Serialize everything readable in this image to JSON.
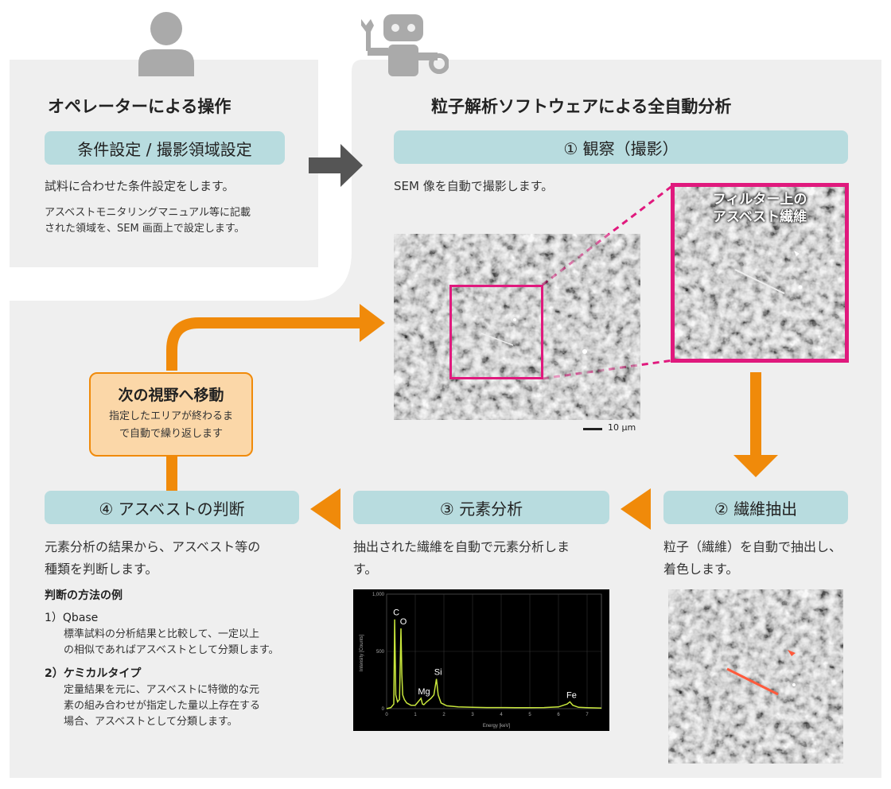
{
  "operator": {
    "title": "オペレーターによる操作",
    "pill": "条件設定 / 撮影領域設定",
    "text1": "試料に合わせた条件設定をします。",
    "text2_line1": "アスベストモニタリングマニュアル等に記載",
    "text2_line2": "された領域を、SEM 画面上で設定します。"
  },
  "auto": {
    "title": "粒子解析ソフトウェアによる全自動分析"
  },
  "step1": {
    "pill": "① 観察（撮影）",
    "text": "SEM 像を自動で撮影します。",
    "zoom_label_line1": "フィルター上の",
    "zoom_label_line2": "アスベスト繊維",
    "scale": "10 µm"
  },
  "step2": {
    "pill": "② 繊維抽出",
    "text_line1": "粒子（繊維）を自動で抽出し、",
    "text_line2": "着色します。"
  },
  "step3": {
    "pill": "③ 元素分析",
    "text_line1": "抽出された繊維を自動で元素分析しま",
    "text_line2": "す。"
  },
  "step4": {
    "pill": "④ アスベストの判断",
    "text_line1": "元素分析の結果から、アスベスト等の",
    "text_line2": "種類を判断します。",
    "method_title": "判断の方法の例",
    "m1_title": "1）Qbase",
    "m1_line1": "標準試料の分析結果と比較して、一定以上",
    "m1_line2": "の相似であればアスベストとして分類します。",
    "m2_title": "2）ケミカルタイプ",
    "m2_line1": "定量結果を元に、アスベストに特徴的な元",
    "m2_line2": "素の組み合わせが指定した量以上存在する",
    "m2_line3": "場合、アスベストとして分類します。"
  },
  "next": {
    "title": "次の視野へ移動",
    "line1": "指定したエリアが終わるま",
    "line2": "で自動で繰り返します"
  },
  "icons": [
    "person-icon",
    "robot-icon"
  ],
  "colors": {
    "panel": "#efefef",
    "pill": "#b8dcdf",
    "arrow": "#f08a0a",
    "magenta": "#e0197d",
    "spectrum": "#c8e63c"
  },
  "chart_data": {
    "type": "line",
    "title": "",
    "xlabel": "Energy [keV]",
    "ylabel": "Intensity [Counts]",
    "ylim": [
      0,
      1000
    ],
    "xlim": [
      0,
      7.5
    ],
    "y_ticks": [
      "1,000",
      "500",
      "0"
    ],
    "x_ticks": [
      "0",
      "1",
      "2",
      "3",
      "4",
      "5",
      "6",
      "7"
    ],
    "series": [
      {
        "x": [
          0.0,
          0.15,
          0.25,
          0.28,
          0.32,
          0.38,
          0.45,
          0.5,
          0.53,
          0.56,
          0.62,
          0.7,
          0.85,
          1.0,
          1.1,
          1.2,
          1.25,
          1.3,
          1.4,
          1.55,
          1.65,
          1.74,
          1.8,
          1.9,
          2.1,
          2.5,
          3.0,
          3.5,
          4.0,
          4.5,
          5.0,
          5.5,
          6.0,
          6.3,
          6.4,
          6.5,
          6.7,
          7.0,
          7.5
        ],
        "y": [
          0,
          10,
          40,
          780,
          120,
          60,
          80,
          700,
          300,
          120,
          80,
          50,
          30,
          30,
          60,
          90,
          40,
          35,
          60,
          90,
          120,
          260,
          120,
          50,
          25,
          15,
          12,
          10,
          10,
          8,
          8,
          10,
          15,
          40,
          60,
          30,
          12,
          8,
          5
        ]
      }
    ],
    "annotations": [
      {
        "label": "C",
        "x": 0.28,
        "y": 780
      },
      {
        "label": "O",
        "x": 0.53,
        "y": 700
      },
      {
        "label": "Mg",
        "x": 1.25,
        "y": 90
      },
      {
        "label": "Si",
        "x": 1.74,
        "y": 260
      },
      {
        "label": "Fe",
        "x": 6.4,
        "y": 60
      }
    ]
  }
}
